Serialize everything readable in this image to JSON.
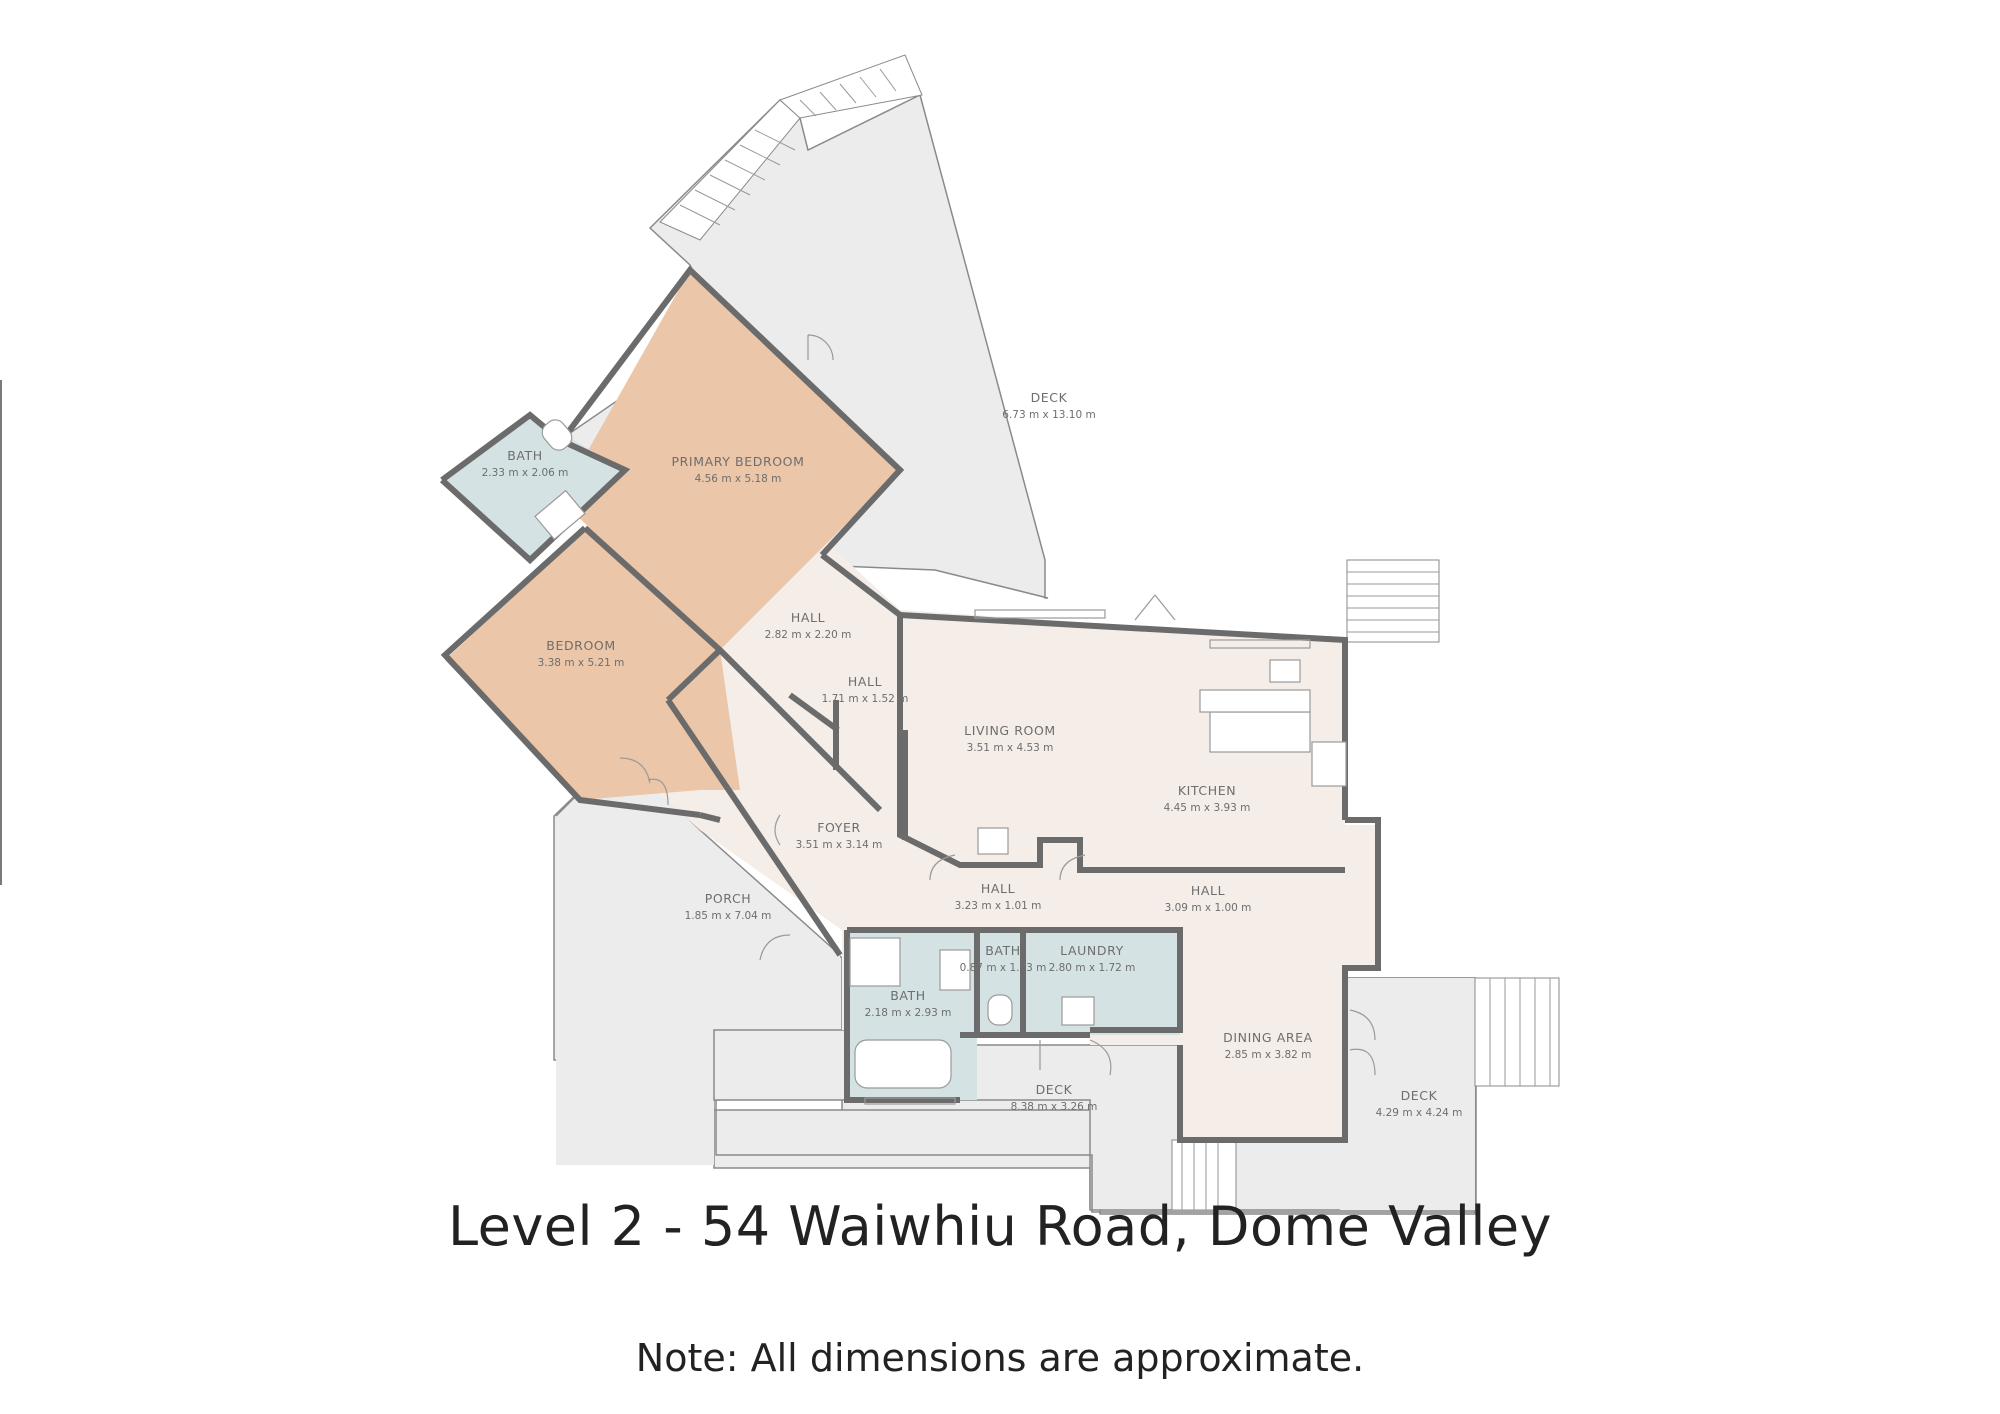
{
  "title": "Level 2 - 54 Waiwhiu Road, Dome Valley",
  "note": "Note:  All dimensions are approximate.",
  "colors": {
    "deck": "#ececec",
    "interior": "#f4ede8",
    "bedroom": "#ebc6a8",
    "wet_room": "#d5e2e3",
    "wall": "#6b6b6b",
    "text": "#222222"
  },
  "rooms": [
    {
      "key": "deck_main",
      "name": "DECK",
      "dims": "6.73 m x 13.10 m"
    },
    {
      "key": "bath_ensuite",
      "name": "BATH",
      "dims": "2.33 m x 2.06 m"
    },
    {
      "key": "primary_bedroom",
      "name": "PRIMARY BEDROOM",
      "dims": "4.56 m x 5.18 m"
    },
    {
      "key": "hall_a",
      "name": "HALL",
      "dims": "2.82 m x 2.20 m"
    },
    {
      "key": "bedroom",
      "name": "BEDROOM",
      "dims": "3.38 m x 5.21 m"
    },
    {
      "key": "hall_b",
      "name": "HALL",
      "dims": "1.71 m x 1.52 m"
    },
    {
      "key": "living_room",
      "name": "LIVING ROOM",
      "dims": "3.51 m x 4.53 m"
    },
    {
      "key": "kitchen",
      "name": "KITCHEN",
      "dims": "4.45 m x 3.93 m"
    },
    {
      "key": "foyer",
      "name": "FOYER",
      "dims": "3.51 m x 3.14 m"
    },
    {
      "key": "hall_c",
      "name": "HALL",
      "dims": "3.23 m x 1.01 m"
    },
    {
      "key": "hall_d",
      "name": "HALL",
      "dims": "3.09 m x 1.00 m"
    },
    {
      "key": "porch",
      "name": "PORCH",
      "dims": "1.85 m x 7.04 m"
    },
    {
      "key": "bath_small",
      "name": "BATH",
      "dims": "0.87 m x 1.73 m"
    },
    {
      "key": "laundry",
      "name": "LAUNDRY",
      "dims": "2.80 m x 1.72 m"
    },
    {
      "key": "bath_main",
      "name": "BATH",
      "dims": "2.18 m x 2.93 m"
    },
    {
      "key": "dining_area",
      "name": "DINING AREA",
      "dims": "2.85 m x 3.82 m"
    },
    {
      "key": "deck_lower",
      "name": "DECK",
      "dims": "8.38 m x 3.26 m"
    },
    {
      "key": "deck_side",
      "name": "DECK",
      "dims": "4.29 m x 4.24 m"
    }
  ]
}
